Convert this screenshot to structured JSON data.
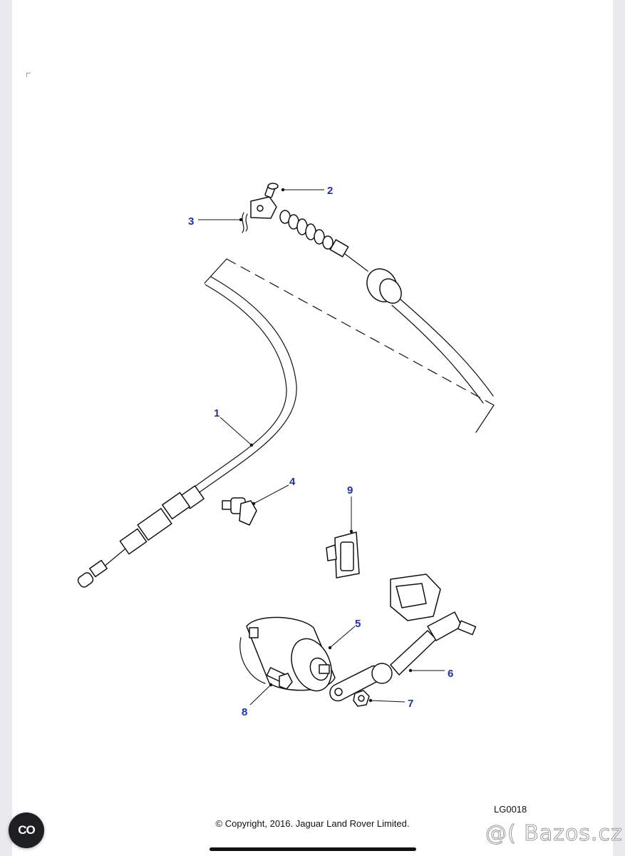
{
  "diagram": {
    "callouts": [
      {
        "number": "1"
      },
      {
        "number": "2"
      },
      {
        "number": "3"
      },
      {
        "number": "4"
      },
      {
        "number": "5"
      },
      {
        "number": "6"
      },
      {
        "number": "7"
      },
      {
        "number": "8"
      },
      {
        "number": "9"
      }
    ],
    "drawing_code": "LG0018",
    "copyright": "© Copyright, 2016. Jaguar Land Rover Limited.",
    "line_color": "#111111",
    "callout_color": "#1c2fb8"
  },
  "overlay": {
    "app_button_glyph": "CO",
    "app_button_icon": "link-icon",
    "watermark": "@( Bazos.cz"
  }
}
